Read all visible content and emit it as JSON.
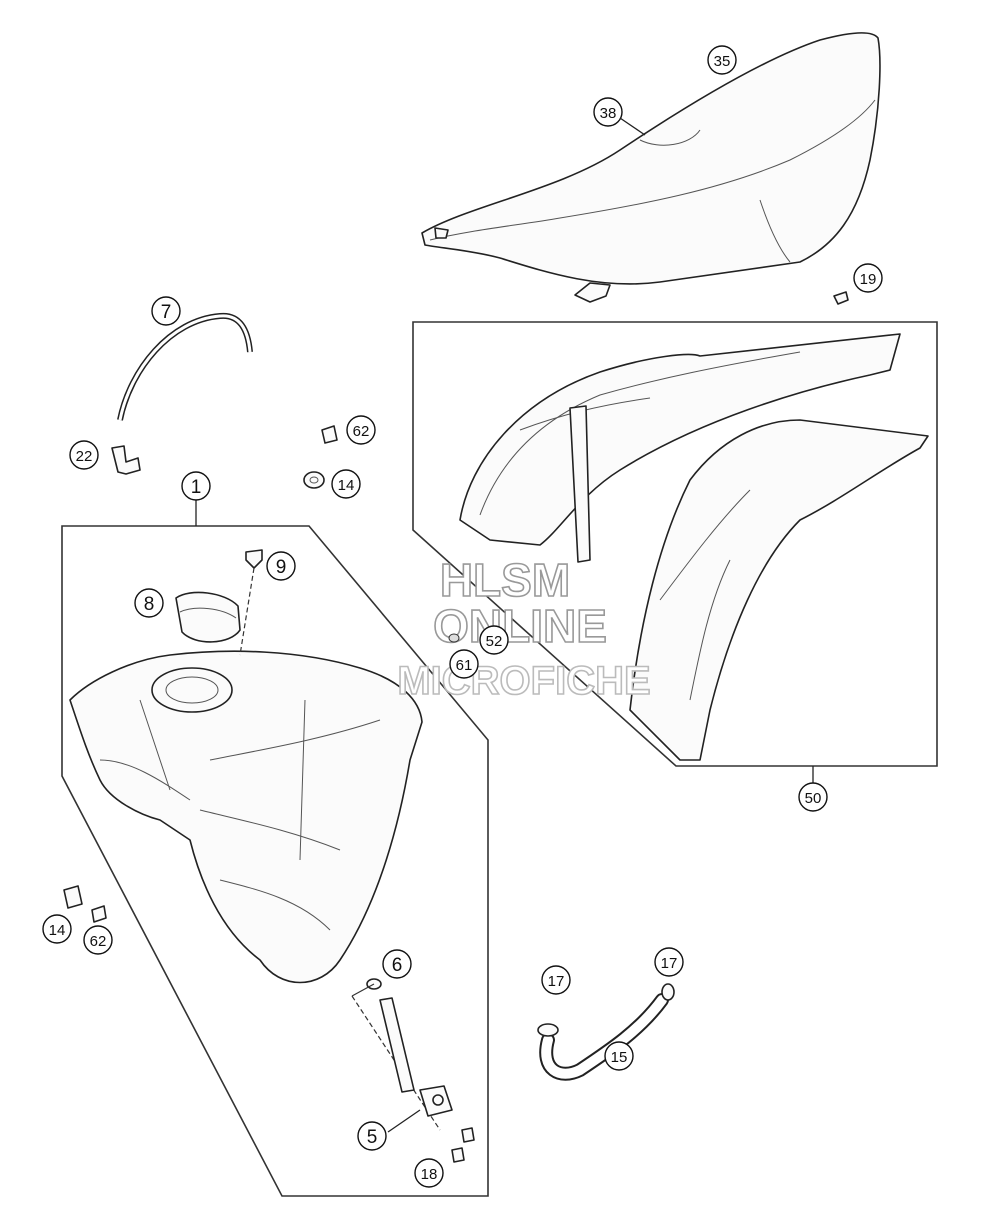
{
  "callouts": {
    "c35": "35",
    "c38": "38",
    "c19": "19",
    "c7": "7",
    "c22": "22",
    "c62a": "62",
    "c14a": "14",
    "c1": "1",
    "c9": "9",
    "c8": "8",
    "c52": "52",
    "c61": "61",
    "c50": "50",
    "c14b": "14",
    "c62b": "62",
    "c6": "6",
    "c17a": "17",
    "c17b": "17",
    "c15": "15",
    "c5": "5",
    "c18": "18"
  },
  "watermark": {
    "line1": "HLSM",
    "line2": "ONLINE",
    "line3": "MICROFICHE"
  }
}
